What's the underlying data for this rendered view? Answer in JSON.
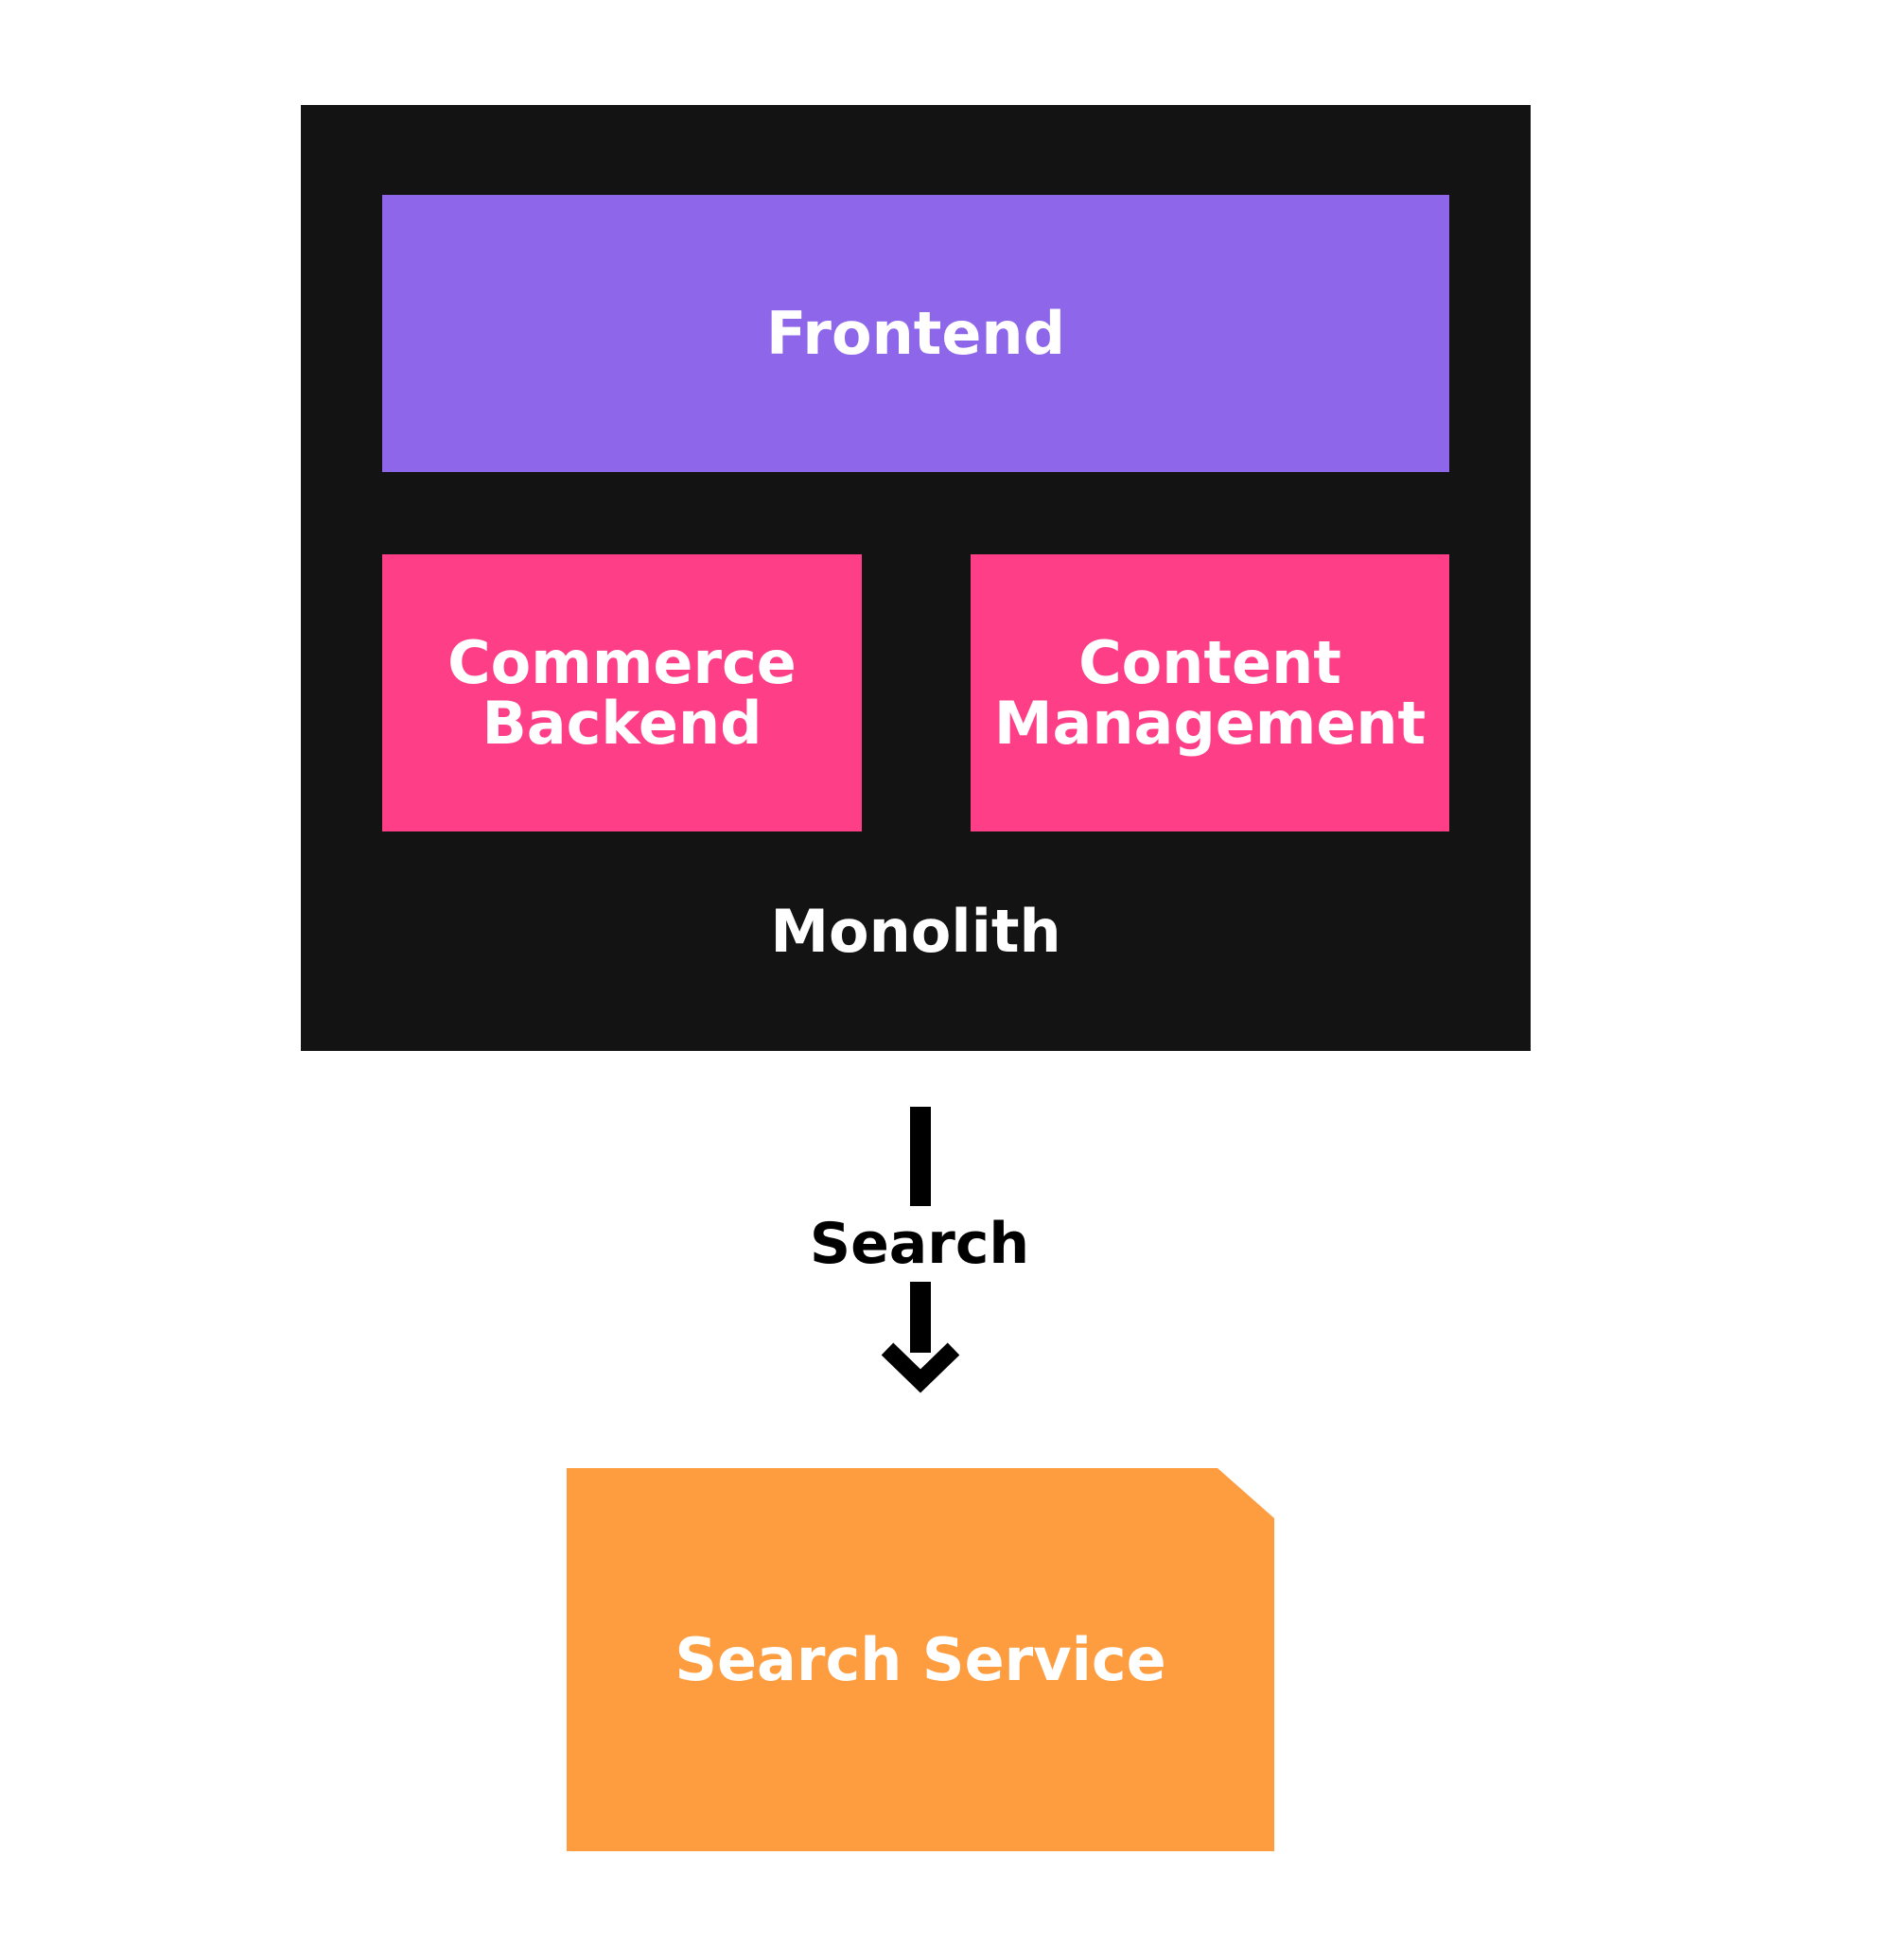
{
  "colors": {
    "monolith_bg": "#131313",
    "frontend_bg": "#8e66ea",
    "backend_bg": "#fe3e87",
    "service_bg": "#fd9d40",
    "text_light": "#ffffff",
    "text_dark": "#000000"
  },
  "monolith": {
    "label": "Monolith",
    "frontend": {
      "label": "Frontend"
    },
    "commerce": {
      "label": "Commerce\nBackend"
    },
    "content": {
      "label": "Content\nManagement"
    }
  },
  "edge": {
    "label": "Search",
    "icon": "arrow-down-icon"
  },
  "service": {
    "label": "Search Service",
    "shape": "clipped-corner-rectangle"
  }
}
